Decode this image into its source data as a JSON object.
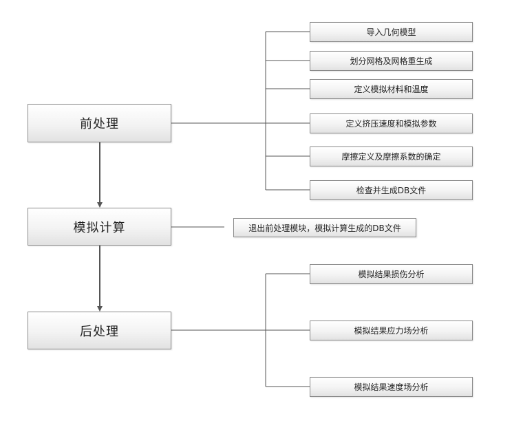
{
  "stages": [
    {
      "label": "前处理"
    },
    {
      "label": "模拟计算"
    },
    {
      "label": "后处理"
    }
  ],
  "pre_steps": [
    "导入几何模型",
    "划分网格及网格重生成",
    "定义模拟材料和温度",
    "定义挤压速度和模拟参数",
    "摩擦定义及摩擦系数的确定",
    "检查并生成DB文件"
  ],
  "sim_step": "退出前处理模块，模拟计算生成的DB文件",
  "post_steps": [
    "模拟结果损伤分析",
    "模拟结果应力场分析",
    "模拟结果速度场分析"
  ],
  "colors": {
    "line": "#555555",
    "border": "#8a8a8a",
    "arrow": "#555555"
  }
}
